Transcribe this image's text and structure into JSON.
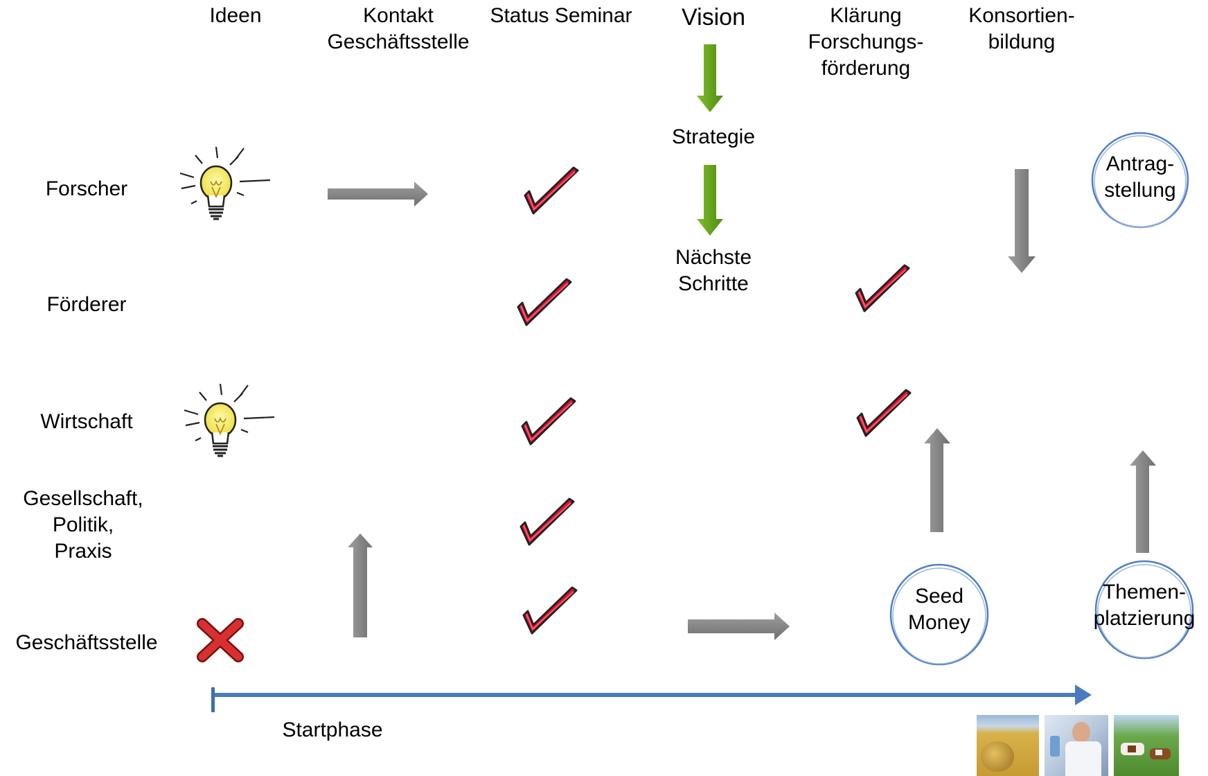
{
  "columns": {
    "ideen": "Ideen",
    "kontakt": "Kontakt\nGeschäftsstelle",
    "status": "Status Seminar",
    "vision": "Vision",
    "klaerung": "Klärung\nForschungs-\nförderung",
    "konsortien": "Konsortien-\nbildung"
  },
  "vision_steps": {
    "strategie": "Strategie",
    "naechste": "Nächste\nSchritte"
  },
  "rows": {
    "forscher": "Forscher",
    "foerderer": "Förderer",
    "wirtschaft": "Wirtschaft",
    "gesellschaft": "Gesellschaft,\nPolitik,\nPraxis",
    "geschaeftsstelle": "Geschäftsstelle"
  },
  "circles": {
    "antrag": "Antrag-\nstellung",
    "seed": "Seed\nMoney",
    "themen": "Themen-\nplatzierung"
  },
  "timeline": {
    "label": "Startphase"
  },
  "colors": {
    "gray_arrow": "#8a8a8a",
    "green_arrow": "#6aa121",
    "check_red": "#e0102c",
    "timeline_blue": "#4a7bc0",
    "circle_stroke": "#4f7fc6",
    "cross_red": "#d42a2a"
  },
  "icons": {
    "idea": "lightbulb-icon",
    "done": "checkmark-icon",
    "not_done": "cross-icon"
  }
}
